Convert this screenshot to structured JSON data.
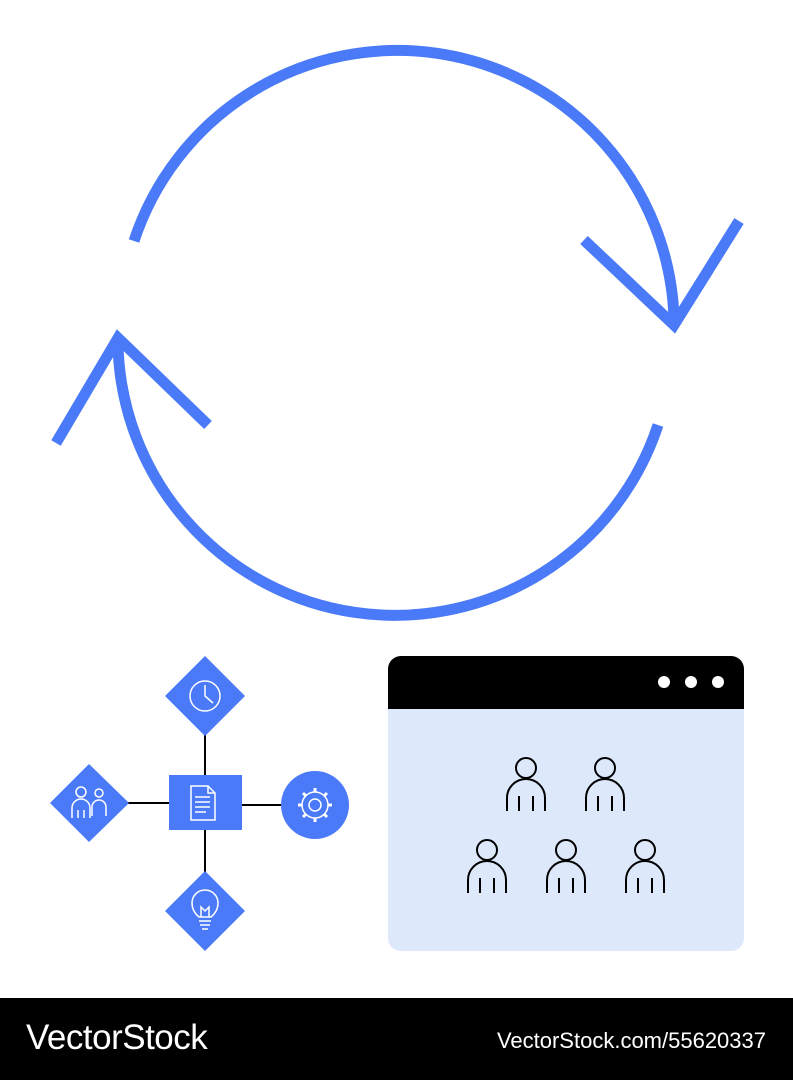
{
  "colors": {
    "accent": "#4a7af8",
    "panel_fill": "#dde8fb",
    "window_bar": "#000000",
    "footer_bg": "#000000",
    "footer_text": "#ffffff"
  },
  "illustration": {
    "cycle": {
      "icon": "refresh-cycle-arrows-icon"
    },
    "process_diagram": {
      "center": {
        "icon": "document-icon"
      },
      "nodes": [
        {
          "icon": "clock-icon"
        },
        {
          "icon": "team-icon"
        },
        {
          "icon": "gear-icon"
        },
        {
          "icon": "lightbulb-icon"
        }
      ]
    },
    "browser_window": {
      "dots": 3,
      "people_count": 5,
      "person_icon": "person-icon"
    }
  },
  "footer": {
    "brand": "VectorStock",
    "ref": "VectorStock.com/55620337"
  }
}
